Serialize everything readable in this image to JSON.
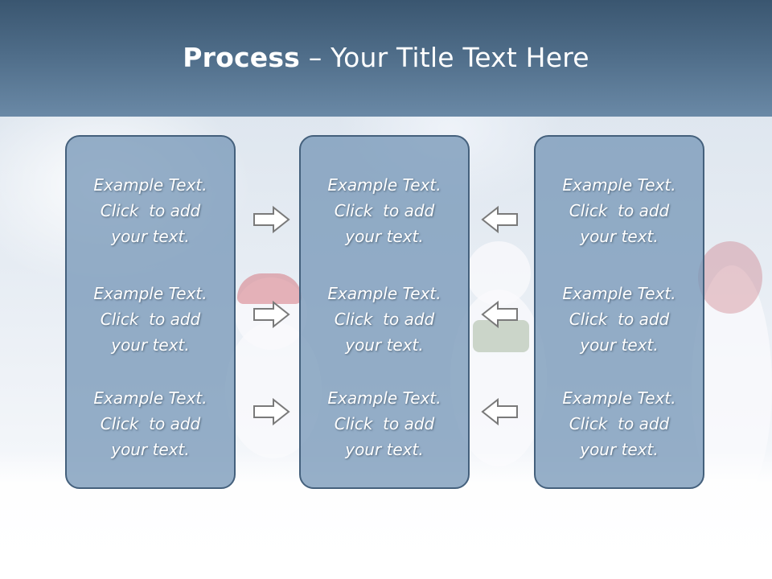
{
  "title": {
    "bold": "Process",
    "rest": " – Your Title Text Here"
  },
  "columns": [
    {
      "items": [
        [
          "Example Text.",
          "Click  to add",
          "your text."
        ],
        [
          "Example Text.",
          "Click  to add",
          "your text."
        ],
        [
          "Example Text.",
          "Click  to add",
          "your text."
        ]
      ]
    },
    {
      "items": [
        [
          "Example Text.",
          "Click  to add",
          "your text."
        ],
        [
          "Example Text.",
          "Click  to add",
          "your text."
        ],
        [
          "Example Text.",
          "Click  to add",
          "your text."
        ]
      ]
    },
    {
      "items": [
        [
          "Example Text.",
          "Click  to add",
          "your text."
        ],
        [
          "Example Text.",
          "Click  to add",
          "your text."
        ],
        [
          "Example Text.",
          "Click  to add",
          "your text."
        ]
      ]
    }
  ],
  "arrows": {
    "left_group": [
      "arrow-right-icon",
      "arrow-right-icon",
      "arrow-right-icon"
    ],
    "right_group": [
      "arrow-left-icon",
      "arrow-left-icon",
      "arrow-left-icon"
    ]
  },
  "colors": {
    "title_band": "#4e6c88",
    "box_fill": "#7899b8",
    "box_border": "#44607c",
    "text": "#ffffff"
  }
}
